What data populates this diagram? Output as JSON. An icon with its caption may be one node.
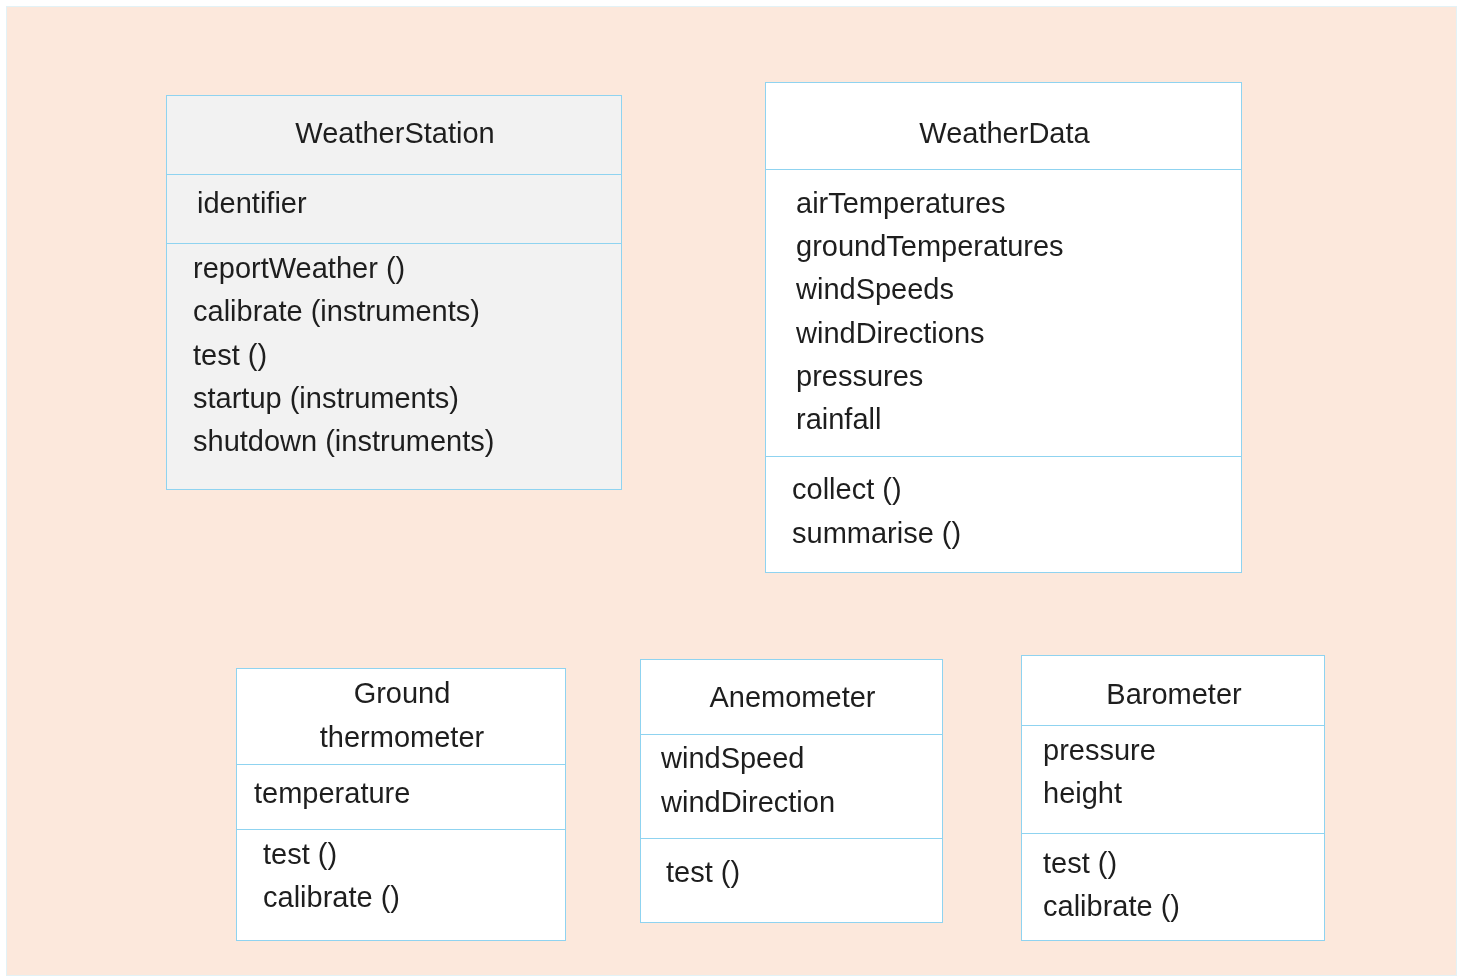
{
  "diagram": {
    "nodes": [
      {
        "text": [
          "WeatherStation",
          "identifier",
          "reportWeather ()",
          "calibrate (instruments)",
          "test ()",
          "startup (instruments)",
          "shutdown (instruments)"
        ]
      },
      {
        "text": [
          "WeatherData",
          "airTemperatures",
          "groundTemperatures",
          "windSpeeds",
          "windDirections",
          "pressures",
          "rainfall",
          "collect ()",
          "summarise ()"
        ]
      },
      {
        "text": [
          "Ground thermometer",
          "temperature",
          "test ()",
          "calibrate ()"
        ]
      },
      {
        "text": [
          "Anemometer",
          "windSpeed",
          "windDirection",
          "test ()"
        ]
      },
      {
        "text": [
          "Barometer",
          "pressure",
          "height",
          "test ()",
          "calibrate ()"
        ]
      }
    ]
  }
}
